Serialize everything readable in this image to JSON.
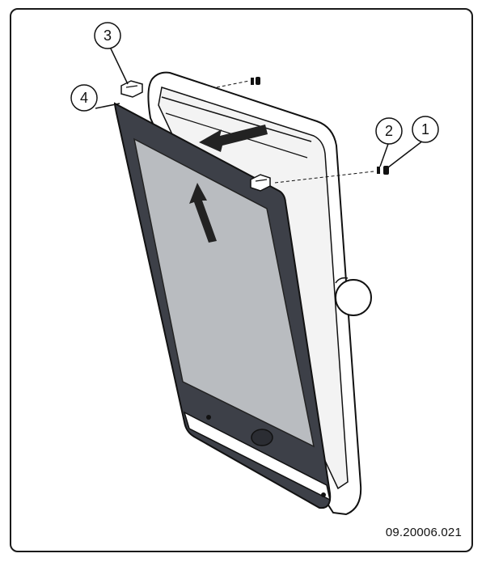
{
  "callouts": [
    {
      "id": "1",
      "label": "1"
    },
    {
      "id": "2",
      "label": "2"
    },
    {
      "id": "3",
      "label": "3"
    },
    {
      "id": "4",
      "label": "4"
    }
  ],
  "reference_code": "09.20006.021",
  "colors": {
    "outline": "#111111",
    "bezel": "#3d4048",
    "screen": "#b9bcc0",
    "housing": "#ffffff",
    "frame_border": "#1a1a1a"
  }
}
